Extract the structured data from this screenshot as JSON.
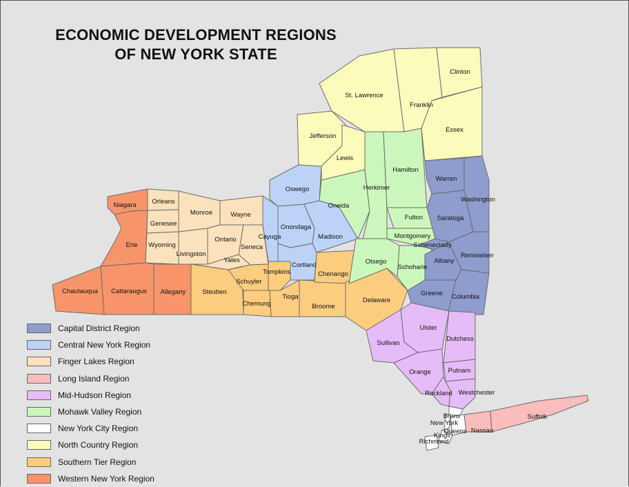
{
  "map": {
    "title_line1": "ECONOMIC DEVELOPMENT REGIONS",
    "title_line2": "OF NEW YORK STATE"
  },
  "regions": [
    {
      "key": "capital",
      "label": "Capital District Region",
      "color": "#8e9cce"
    },
    {
      "key": "central",
      "label": "Central New York Region",
      "color": "#bcd3f7"
    },
    {
      "key": "finger",
      "label": "Finger Lakes Region",
      "color": "#fbe2bc"
    },
    {
      "key": "longisland",
      "label": "Long Island Region",
      "color": "#fbbcbc"
    },
    {
      "key": "midhudson",
      "label": "Mid-Hudson Region",
      "color": "#e5bcf7"
    },
    {
      "key": "mohawk",
      "label": "Mohawk Valley Region",
      "color": "#ccf7bc"
    },
    {
      "key": "nyc",
      "label": "New York City Region",
      "color": "#ffffff"
    },
    {
      "key": "north",
      "label": "North Country Region",
      "color": "#fbfbbc"
    },
    {
      "key": "southern",
      "label": "Southern Tier Region",
      "color": "#fccd7f"
    },
    {
      "key": "western",
      "label": "Western New York Region",
      "color": "#f8946a"
    }
  ],
  "counties": [
    {
      "name": "Niagara",
      "region": "western"
    },
    {
      "name": "Erie",
      "region": "western"
    },
    {
      "name": "Chautauqua",
      "region": "western"
    },
    {
      "name": "Cattaraugus",
      "region": "western"
    },
    {
      "name": "Allegany",
      "region": "western"
    },
    {
      "name": "Orleans",
      "region": "finger"
    },
    {
      "name": "Genesee",
      "region": "finger"
    },
    {
      "name": "Wyoming",
      "region": "finger"
    },
    {
      "name": "Monroe",
      "region": "finger"
    },
    {
      "name": "Livingston",
      "region": "finger"
    },
    {
      "name": "Ontario",
      "region": "finger"
    },
    {
      "name": "Wayne",
      "region": "finger"
    },
    {
      "name": "Yates",
      "region": "finger"
    },
    {
      "name": "Seneca",
      "region": "finger"
    },
    {
      "name": "Steuben",
      "region": "southern"
    },
    {
      "name": "Schuyler",
      "region": "southern"
    },
    {
      "name": "Chemung",
      "region": "southern"
    },
    {
      "name": "Tompkins",
      "region": "southern"
    },
    {
      "name": "Tioga",
      "region": "southern"
    },
    {
      "name": "Broome",
      "region": "southern"
    },
    {
      "name": "Chenango",
      "region": "southern"
    },
    {
      "name": "Delaware",
      "region": "southern"
    },
    {
      "name": "Oswego",
      "region": "central"
    },
    {
      "name": "Cayuga",
      "region": "central"
    },
    {
      "name": "Onondaga",
      "region": "central"
    },
    {
      "name": "Madison",
      "region": "central"
    },
    {
      "name": "Cortland",
      "region": "central"
    },
    {
      "name": "Oneida",
      "region": "mohawk"
    },
    {
      "name": "Herkimer",
      "region": "mohawk"
    },
    {
      "name": "Hamilton",
      "region": "mohawk"
    },
    {
      "name": "Fulton",
      "region": "mohawk"
    },
    {
      "name": "Montgomery",
      "region": "mohawk"
    },
    {
      "name": "Schoharie",
      "region": "mohawk"
    },
    {
      "name": "Otsego",
      "region": "mohawk"
    },
    {
      "name": "St. Lawrence",
      "region": "north"
    },
    {
      "name": "Franklin",
      "region": "north"
    },
    {
      "name": "Clinton",
      "region": "north"
    },
    {
      "name": "Essex",
      "region": "north"
    },
    {
      "name": "Jefferson",
      "region": "north"
    },
    {
      "name": "Lewis",
      "region": "north"
    },
    {
      "name": "Warren",
      "region": "capital"
    },
    {
      "name": "Washington",
      "region": "capital"
    },
    {
      "name": "Saratoga",
      "region": "capital"
    },
    {
      "name": "Schenectady",
      "region": "capital"
    },
    {
      "name": "Albany",
      "region": "capital"
    },
    {
      "name": "Rensselaer",
      "region": "capital"
    },
    {
      "name": "Greene",
      "region": "capital"
    },
    {
      "name": "Columbia",
      "region": "capital"
    },
    {
      "name": "Ulster",
      "region": "midhudson"
    },
    {
      "name": "Dutchess",
      "region": "midhudson"
    },
    {
      "name": "Sullivan",
      "region": "midhudson"
    },
    {
      "name": "Orange",
      "region": "midhudson"
    },
    {
      "name": "Putnam",
      "region": "midhudson"
    },
    {
      "name": "Rockland",
      "region": "midhudson"
    },
    {
      "name": "Westchester",
      "region": "midhudson"
    },
    {
      "name": "Bronx",
      "region": "nyc"
    },
    {
      "name": "New York",
      "region": "nyc"
    },
    {
      "name": "Queens",
      "region": "nyc"
    },
    {
      "name": "Kings",
      "region": "nyc"
    },
    {
      "name": "Richmond",
      "region": "nyc"
    },
    {
      "name": "Nassau",
      "region": "longisland"
    },
    {
      "name": "Suffolk",
      "region": "longisland"
    }
  ]
}
